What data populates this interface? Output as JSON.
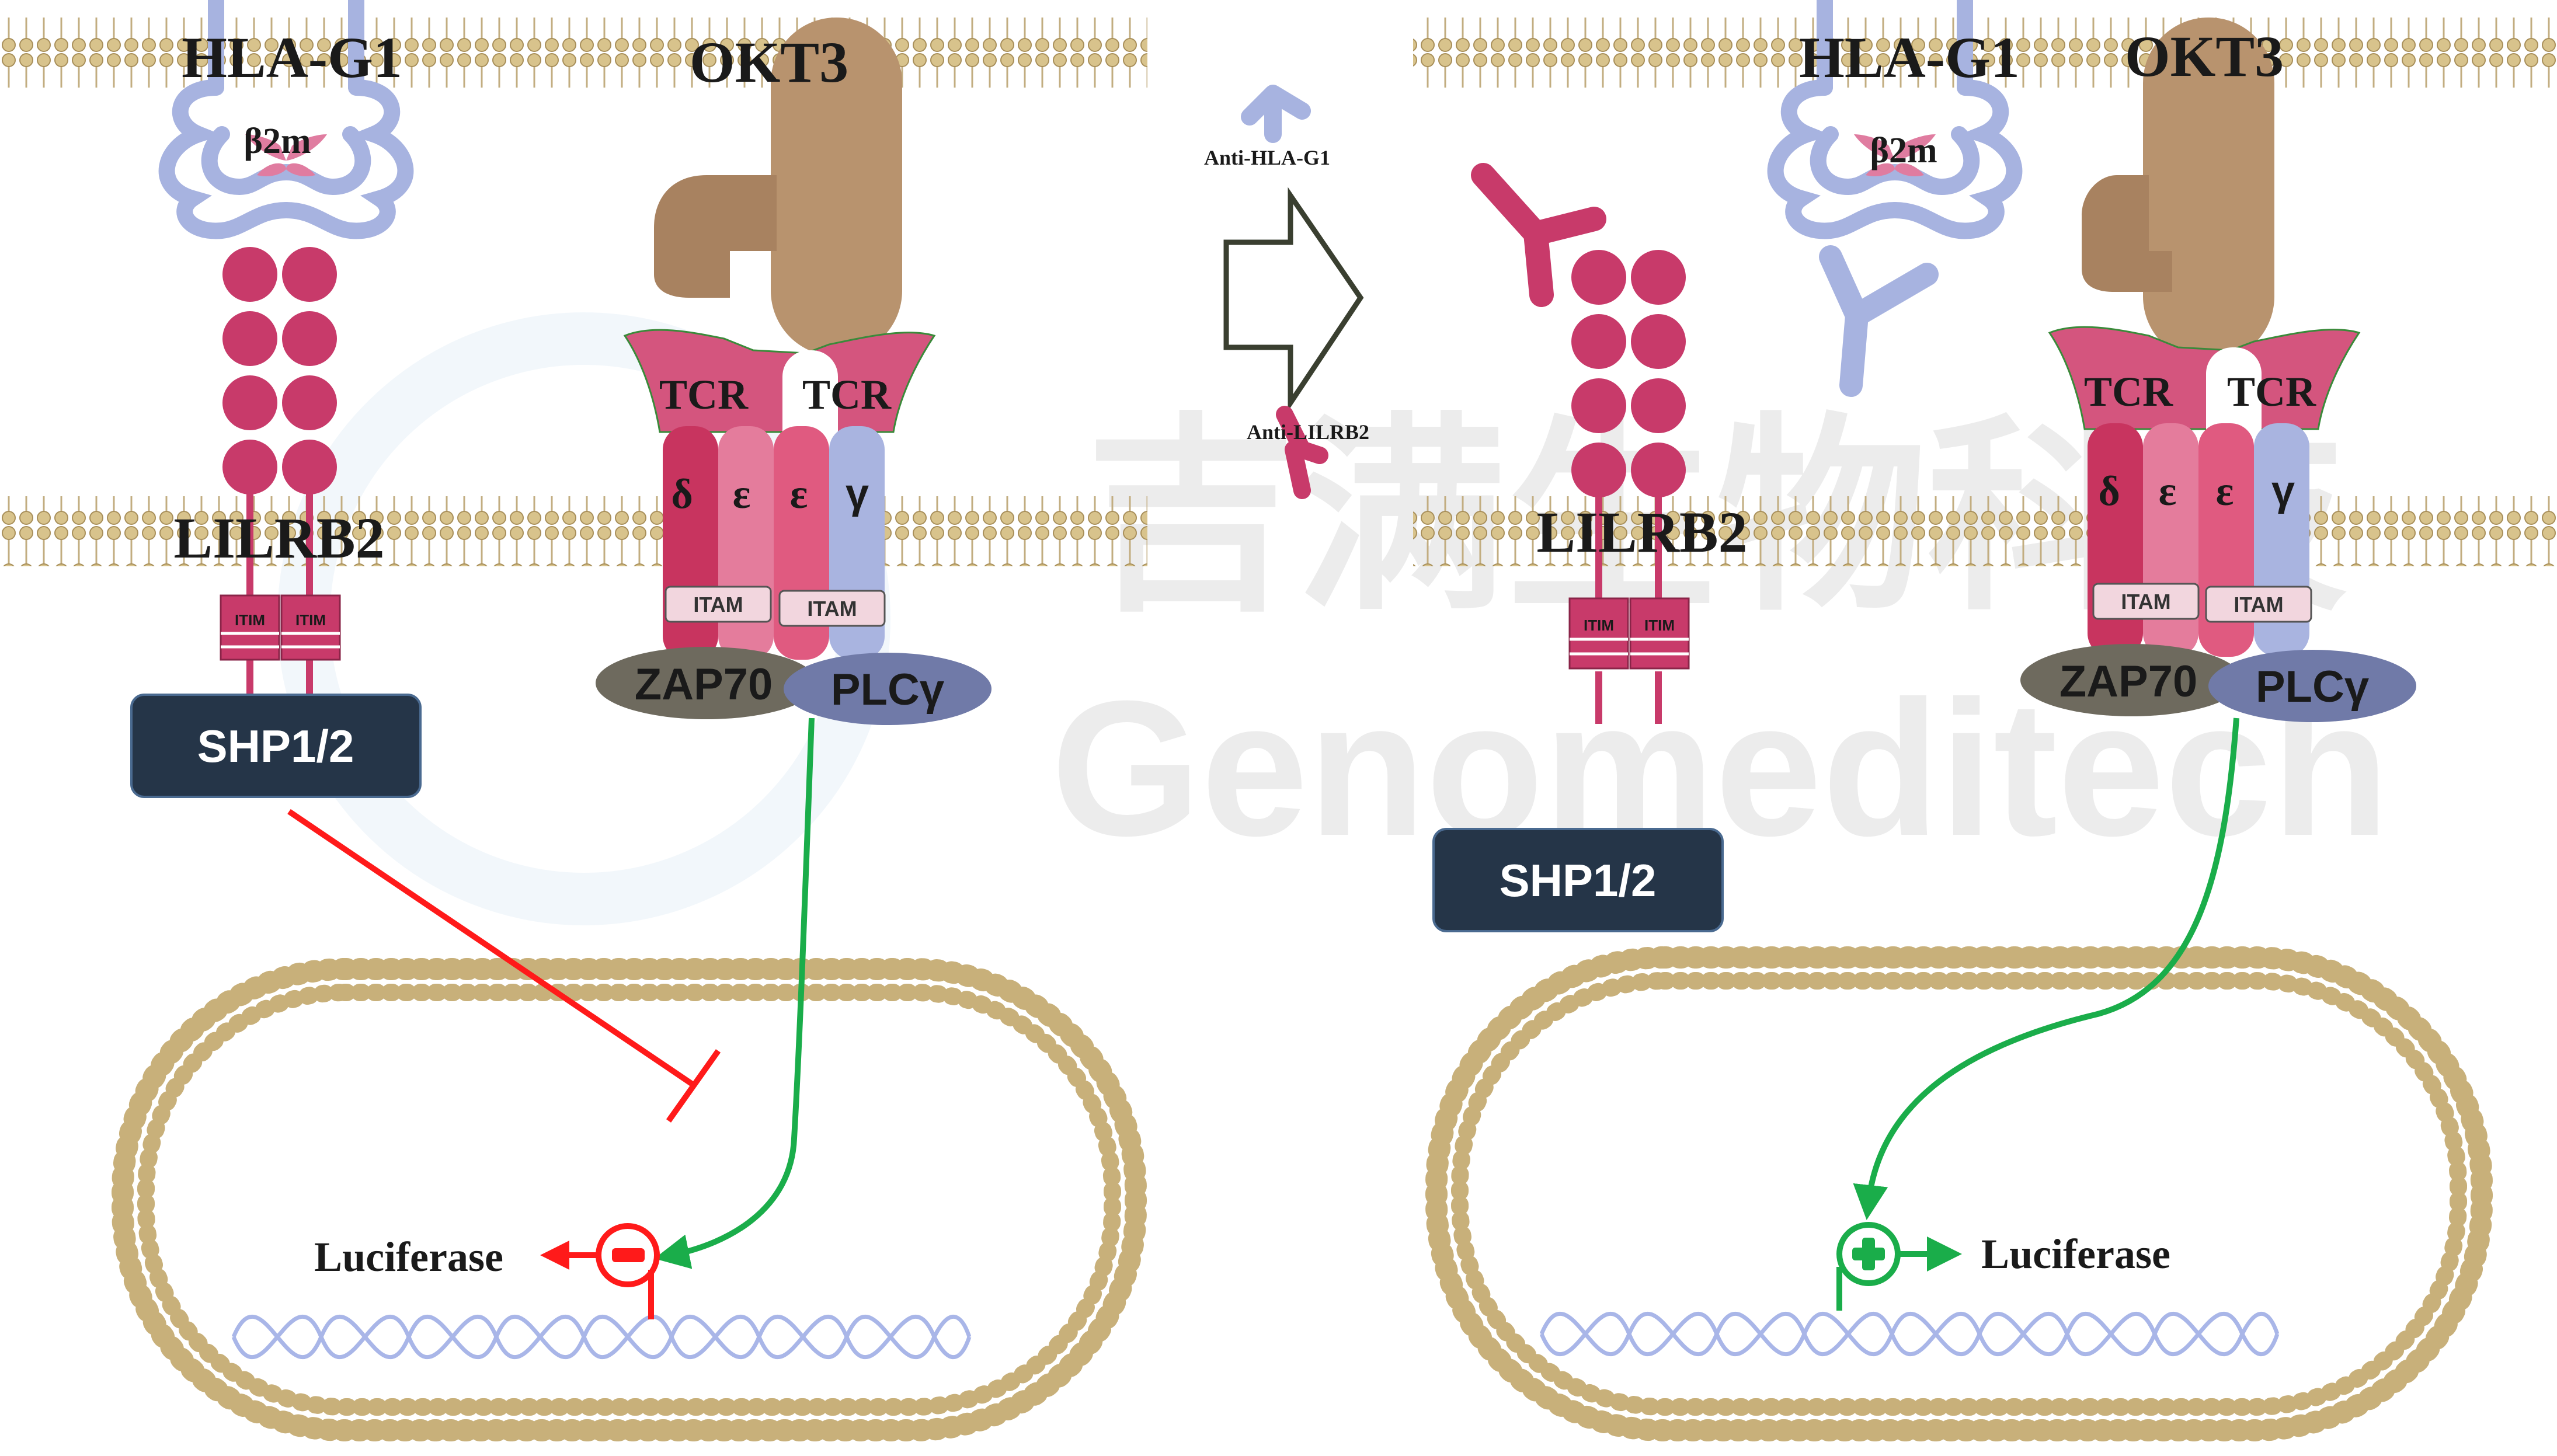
{
  "watermark": {
    "cn": "吉满生物科技",
    "en": "Genomeditech"
  },
  "left_panel": {
    "hla_label": "HLA-G1",
    "b2m_label": "β2m",
    "okt3_label": "OKT3",
    "lilrb2_label": "LILRB2",
    "tcr_left": "TCR",
    "tcr_right": "TCR",
    "delta": "δ",
    "epsilon1": "ε",
    "epsilon2": "ε",
    "gamma": "γ",
    "itim1": "ITIM",
    "itim2": "ITIM",
    "itam1": "ITAM",
    "itam2": "ITAM",
    "zap70": "ZAP70",
    "plcg": "PLCγ",
    "shp": "SHP1/2",
    "luciferase": "Luciferase"
  },
  "middle": {
    "anti_hla": "Anti-HLA-G1",
    "anti_lilrb2": "Anti-LILRB2"
  },
  "right_panel": {
    "hla_label": "HLA-G1",
    "b2m_label": "β2m",
    "okt3_label": "OKT3",
    "lilrb2_label": "LILRB2",
    "tcr_left": "TCR",
    "tcr_right": "TCR",
    "delta": "δ",
    "epsilon1": "ε",
    "epsilon2": "ε",
    "gamma": "γ",
    "itim1": "ITIM",
    "itim2": "ITIM",
    "itam1": "ITAM",
    "itam2": "ITAM",
    "zap70": "ZAP70",
    "plcg": "PLCγ",
    "shp": "SHP1/2",
    "luciferase": "Luciferase"
  },
  "colors": {
    "lipid_head": "#c8b070",
    "lilrb2": "#c83a6a",
    "hla": "#a7b3e0",
    "okt3": "#b8936e",
    "tcr": "#d4557e",
    "inhibit": "#ff1a1a",
    "activate": "#1aad4a",
    "shp_box": "#253548"
  }
}
